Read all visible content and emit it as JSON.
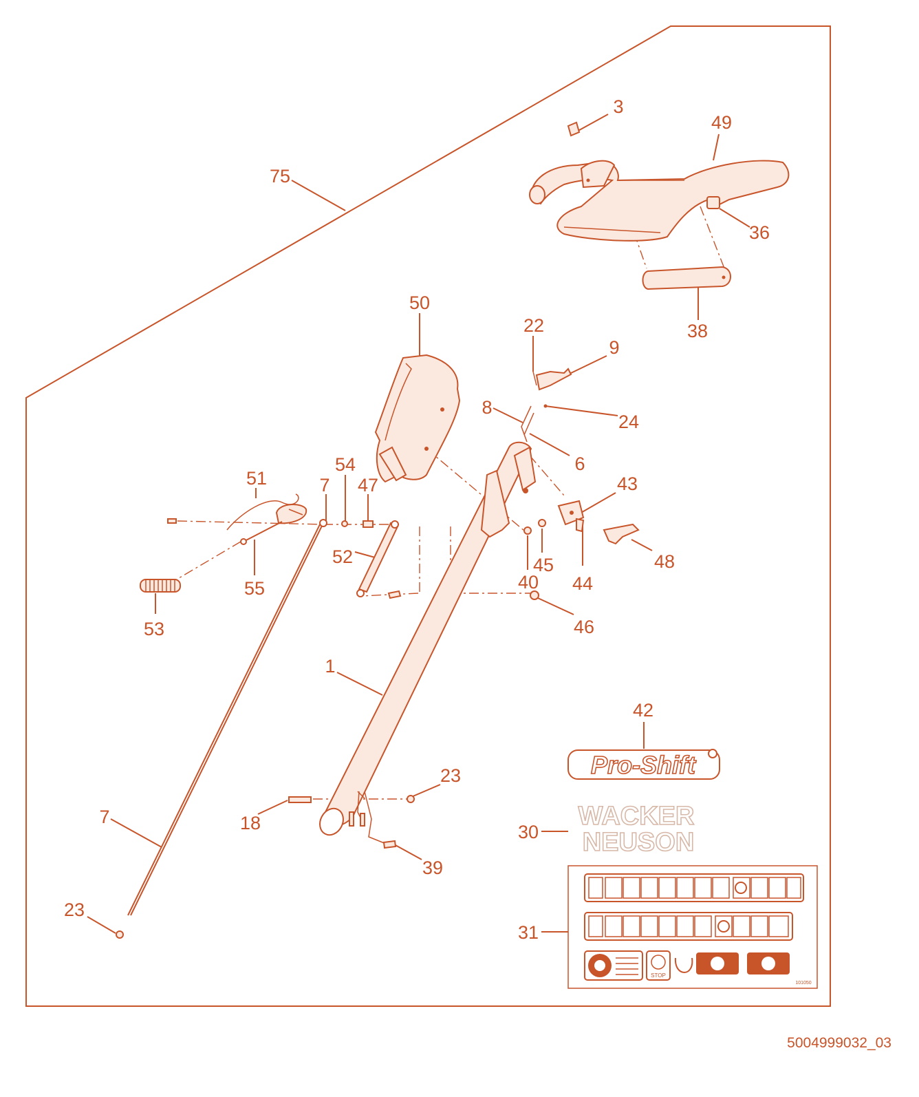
{
  "colors": {
    "accent": "#c8542a",
    "fill": "#fbe9df",
    "logo_outline": "#d7b8a8"
  },
  "callouts": [
    {
      "id": "c1",
      "label": "1"
    },
    {
      "id": "c3",
      "label": "3"
    },
    {
      "id": "c6",
      "label": "6"
    },
    {
      "id": "c7a",
      "label": "7"
    },
    {
      "id": "c7b",
      "label": "7"
    },
    {
      "id": "c8",
      "label": "8"
    },
    {
      "id": "c9",
      "label": "9"
    },
    {
      "id": "c18",
      "label": "18"
    },
    {
      "id": "c22",
      "label": "22"
    },
    {
      "id": "c23a",
      "label": "23"
    },
    {
      "id": "c23b",
      "label": "23"
    },
    {
      "id": "c24",
      "label": "24"
    },
    {
      "id": "c30",
      "label": "30"
    },
    {
      "id": "c31",
      "label": "31"
    },
    {
      "id": "c36",
      "label": "36"
    },
    {
      "id": "c38",
      "label": "38"
    },
    {
      "id": "c39",
      "label": "39"
    },
    {
      "id": "c40",
      "label": "40"
    },
    {
      "id": "c42",
      "label": "42"
    },
    {
      "id": "c43",
      "label": "43"
    },
    {
      "id": "c44",
      "label": "44"
    },
    {
      "id": "c45",
      "label": "45"
    },
    {
      "id": "c46",
      "label": "46"
    },
    {
      "id": "c47",
      "label": "47"
    },
    {
      "id": "c48",
      "label": "48"
    },
    {
      "id": "c49",
      "label": "49"
    },
    {
      "id": "c50",
      "label": "50"
    },
    {
      "id": "c51",
      "label": "51"
    },
    {
      "id": "c52",
      "label": "52"
    },
    {
      "id": "c53",
      "label": "53"
    },
    {
      "id": "c54",
      "label": "54"
    },
    {
      "id": "c55",
      "label": "55"
    },
    {
      "id": "c75",
      "label": "75"
    }
  ],
  "decals": {
    "pro_shift": "Pro-Shift",
    "wacker": "WACKER",
    "neuson": "NEUSON",
    "stop": "STOP",
    "sheet_code": "101050"
  },
  "document_id": "5004999032_03"
}
